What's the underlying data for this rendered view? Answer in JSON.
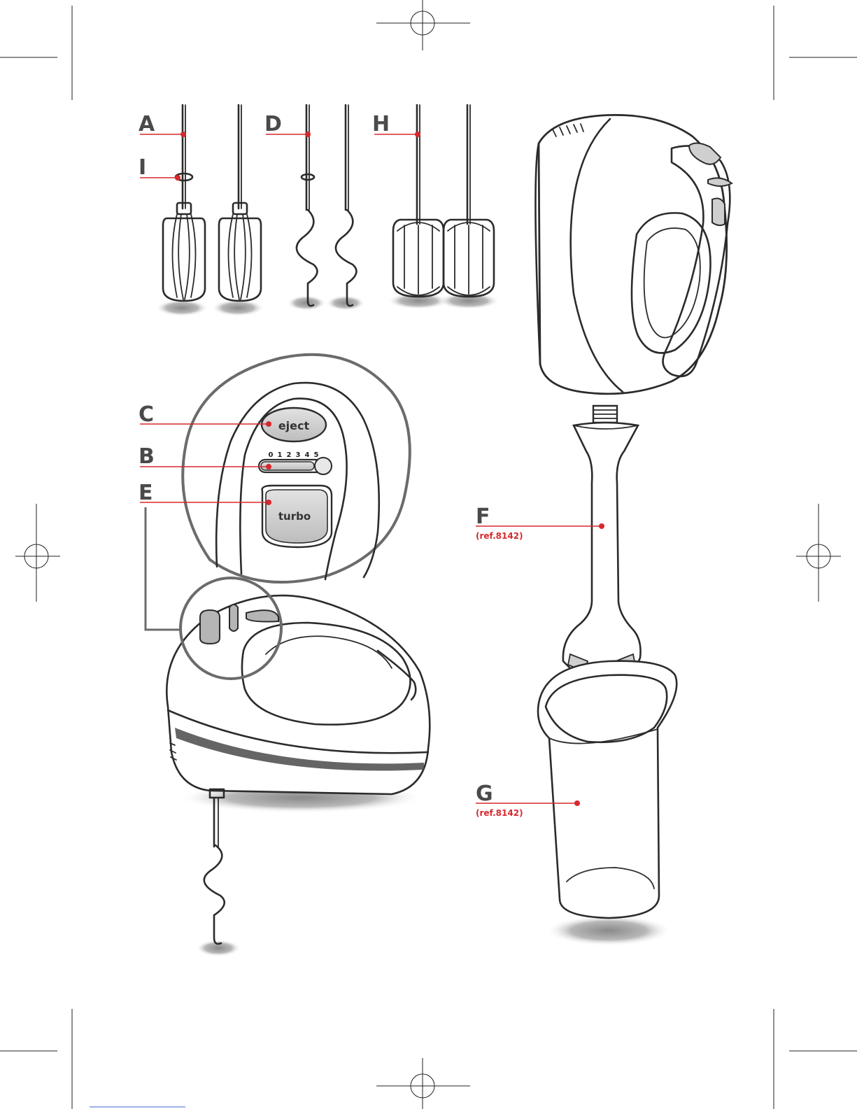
{
  "callouts": {
    "A": {
      "letter": "A"
    },
    "I": {
      "letter": "I"
    },
    "D": {
      "letter": "D"
    },
    "H": {
      "letter": "H"
    },
    "C": {
      "letter": "C"
    },
    "B": {
      "letter": "B"
    },
    "E": {
      "letter": "E"
    },
    "F": {
      "letter": "F",
      "ref": "(ref.8142)"
    },
    "G": {
      "letter": "G",
      "ref": "(ref.8142)"
    }
  },
  "controls": {
    "eject_label": "eject",
    "turbo_label": "turbo",
    "speed_ticks": [
      "0",
      "1",
      "2",
      "3",
      "4",
      "5"
    ]
  },
  "colors": {
    "accent": "#d6282d",
    "ink": "#2b2b2b",
    "button_fill": "#cfcfcf",
    "letter": "#4a4a4a"
  }
}
